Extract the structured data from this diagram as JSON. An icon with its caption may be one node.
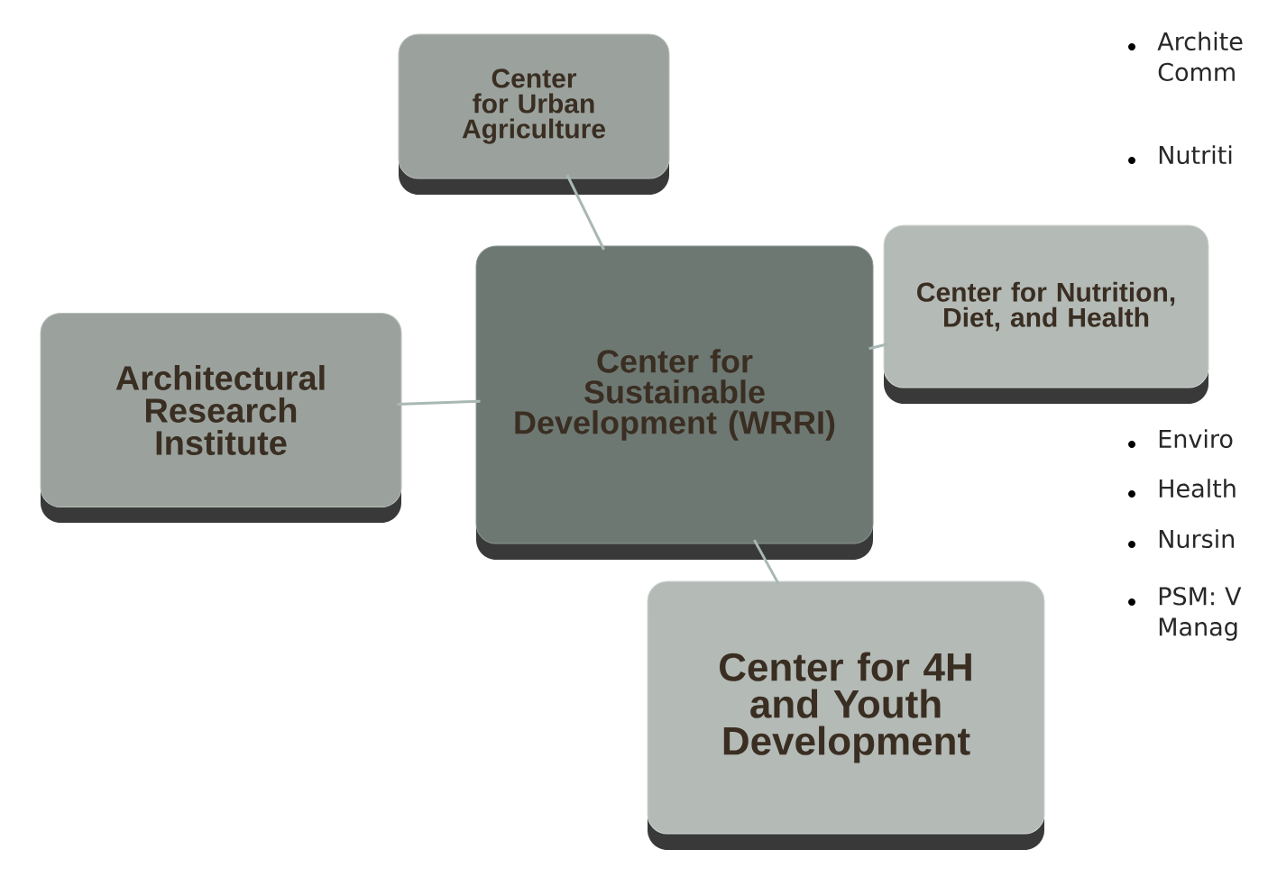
{
  "diagram": {
    "nodes": [
      {
        "text": [
          "Center for Urban Agriculture"
        ]
      },
      {
        "text": [
          "Center for Nutrition, Diet, and Health"
        ]
      },
      {
        "text": [
          "Architectural Research Institute"
        ]
      },
      {
        "text": [
          "Center for Sustainable Development (WRRI)"
        ]
      },
      {
        "text": [
          "Center for 4H and Youth Development"
        ]
      }
    ],
    "edges": [
      {
        "from": 3,
        "to": 0,
        "arrow": "none"
      },
      {
        "from": 3,
        "to": 1,
        "arrow": "none"
      },
      {
        "from": 3,
        "to": 2,
        "arrow": "none"
      },
      {
        "from": 3,
        "to": 4,
        "arrow": "none"
      }
    ],
    "labels": [
      "Archite Comm",
      "Nutriti",
      "Enviro",
      "Health",
      "Nursin",
      "PSM: V Manag"
    ]
  }
}
